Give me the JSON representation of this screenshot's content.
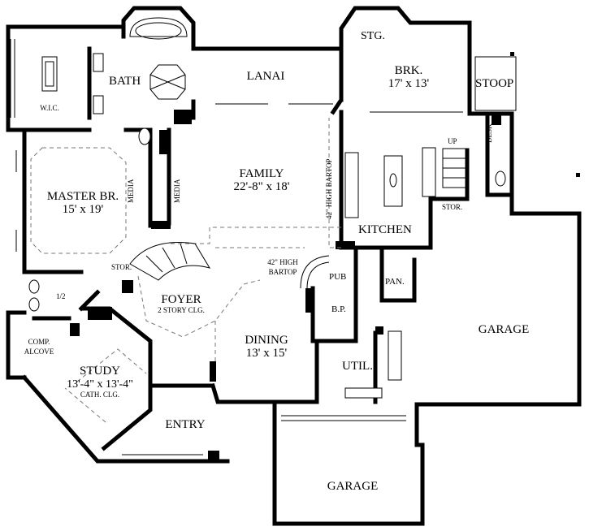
{
  "labels": {
    "stg": "STG.",
    "brk_name": "BRK.",
    "brk_dim": "17' x 13'",
    "stoop": "STOOP",
    "bath": "BATH",
    "lanai": "LANAI",
    "wic": "W.I.C.",
    "desk": "DESK",
    "up": "UP",
    "family_name": "FAMILY",
    "family_dim": "22'-8\" x 18'",
    "bartop_vertical": "42\" HIGH BARTOP",
    "media_left": "MEDIA",
    "media_right": "MEDIA",
    "master_name": "MASTER BR.",
    "master_dim": "15' x 19'",
    "stor_right": "STOR.",
    "kitchen": "KITCHEN",
    "stor_left": "STOR.",
    "bartop_line1": "42\" HIGH",
    "bartop_line2": "BARTOP",
    "pub": "PUB",
    "pan": "PAN.",
    "half_bath": "1/2",
    "foyer_name": "FOYER",
    "foyer_sub": "2 STORY CLG.",
    "bp": "B.P.",
    "comp_line1": "COMP.",
    "comp_line2": "ALCOVE",
    "dining_name": "DINING",
    "dining_dim": "13' x 15'",
    "garage_right": "GARAGE",
    "study_name": "STUDY",
    "study_dim": "13'-4\" x 13'-4\"",
    "study_sub": "CATH. CLG.",
    "util": "UTIL.",
    "entry": "ENTRY",
    "garage_bottom": "GARAGE"
  }
}
